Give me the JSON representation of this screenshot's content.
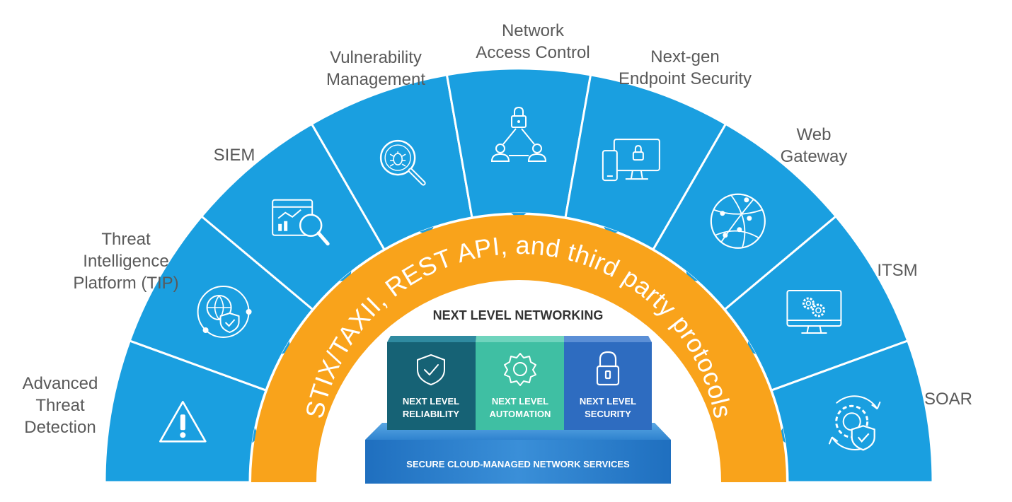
{
  "diagram": {
    "segments": [
      {
        "name": "advanced-threat-detection",
        "lines": [
          "Advanced",
          "Threat",
          "Detection"
        ],
        "icon": "warning-icon"
      },
      {
        "name": "threat-intelligence-platform",
        "lines": [
          "Threat",
          "Intelligence",
          "Platform (TIP)"
        ],
        "icon": "globe-shield-icon"
      },
      {
        "name": "siem",
        "lines": [
          "SIEM"
        ],
        "icon": "analytics-search-icon"
      },
      {
        "name": "vulnerability-management",
        "lines": [
          "Vulnerability",
          "Management"
        ],
        "icon": "bug-search-icon"
      },
      {
        "name": "network-access-control",
        "lines": [
          "Network",
          "Access Control"
        ],
        "icon": "lock-network-icon"
      },
      {
        "name": "next-gen-endpoint-security",
        "lines": [
          "Next-gen",
          "Endpoint Security"
        ],
        "icon": "devices-lock-icon"
      },
      {
        "name": "web-gateway",
        "lines": [
          "Web",
          "Gateway"
        ],
        "icon": "globe-icon"
      },
      {
        "name": "itsm",
        "lines": [
          "ITSM"
        ],
        "icon": "monitor-gears-icon"
      },
      {
        "name": "soar",
        "lines": [
          "SOAR"
        ],
        "icon": "gear-shield-cycle-icon"
      }
    ],
    "arc_text": "STIX/TAXII, REST API, and third party protocols",
    "center_title": "NEXT LEVEL NETWORKING",
    "pillars": [
      {
        "name": "reliability",
        "line1": "NEXT LEVEL",
        "line2": "RELIABILITY",
        "icon": "shield-check-icon"
      },
      {
        "name": "automation",
        "line1": "NEXT LEVEL",
        "line2": "AUTOMATION",
        "icon": "gear-icon"
      },
      {
        "name": "security",
        "line1": "NEXT LEVEL",
        "line2": "SECURITY",
        "icon": "padlock-icon"
      }
    ],
    "base_label": "SECURE CLOUD-MANAGED NETWORK SERVICES"
  },
  "colors": {
    "segment_blue": "#1a9fe0",
    "segment_divider": "#ffffff",
    "arc_orange": "#f9a31b",
    "pillar_reliability": "#166275",
    "pillar_automation": "#3fbfa3",
    "pillar_security": "#2e6cc0",
    "base_blue": "#2f83cf",
    "label_gray": "#5a5a5a",
    "title_dark": "#333333"
  }
}
